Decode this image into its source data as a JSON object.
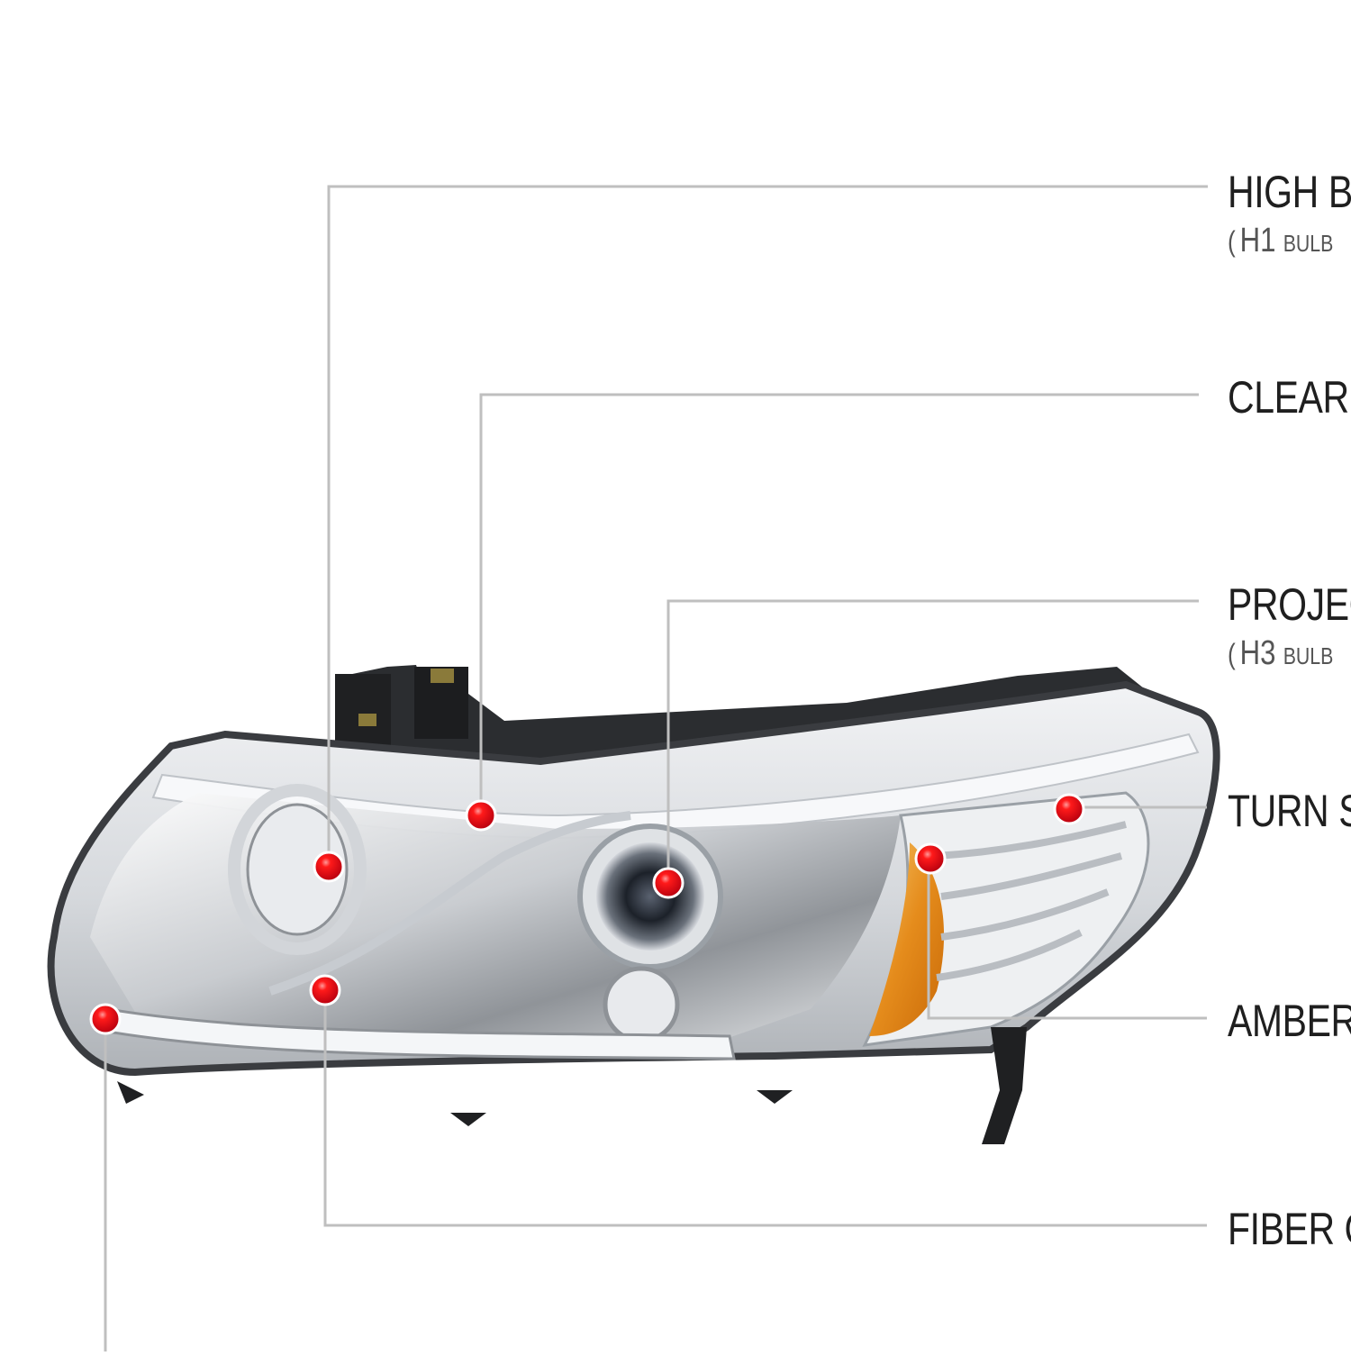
{
  "colors": {
    "leader_line": "#bfbfbf",
    "marker_red": "#e2001a",
    "text_dark": "#1f1f1f",
    "text_sub": "#555555"
  },
  "callouts": [
    {
      "title": "HIGH B",
      "sub": {
        "open": "(",
        "code": "H1",
        "word": "BULB"
      }
    },
    {
      "title": "CLEAR I"
    },
    {
      "title": "PROJEC",
      "sub": {
        "open": "(",
        "code": "H3",
        "word": "BULB"
      }
    },
    {
      "title": "TURN S"
    },
    {
      "title": "AMBER"
    },
    {
      "title": "FIBER O"
    }
  ],
  "marker_icon": "red-dot-marker"
}
